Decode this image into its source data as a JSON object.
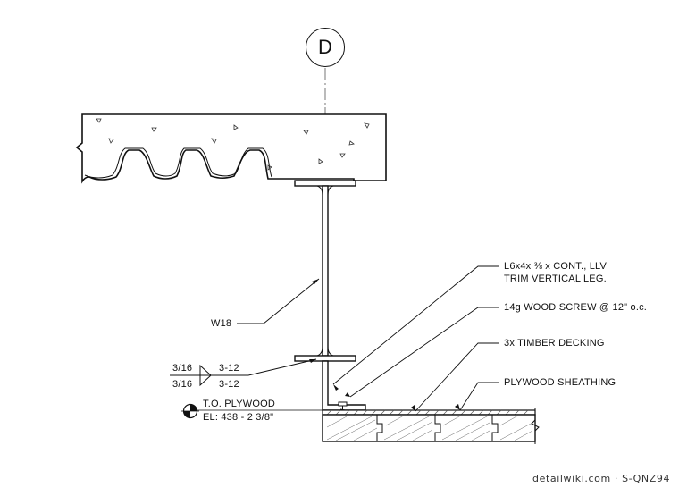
{
  "grid": {
    "label": "D"
  },
  "beam": {
    "label": "W18"
  },
  "weld": {
    "top": {
      "size": "3/16",
      "length_pitch": "3-12"
    },
    "bottom": {
      "size": "3/16",
      "length_pitch": "3-12"
    }
  },
  "callouts": [
    {
      "id": "angle",
      "lines": [
        "L6x4x ⅜ x CONT., LLV",
        "TRIM VERTICAL LEG."
      ]
    },
    {
      "id": "screw",
      "lines": [
        "14g WOOD SCREW @ 12\" o.c."
      ]
    },
    {
      "id": "decking",
      "lines": [
        "3x TIMBER DECKING"
      ]
    },
    {
      "id": "sheathing",
      "lines": [
        "PLYWOOD SHEATHING"
      ]
    }
  ],
  "elevation": {
    "title": "T.O. PLYWOOD",
    "value": "EL: 438 - 2 3/8\""
  },
  "source": "detailwiki.com · S-QNZ94"
}
